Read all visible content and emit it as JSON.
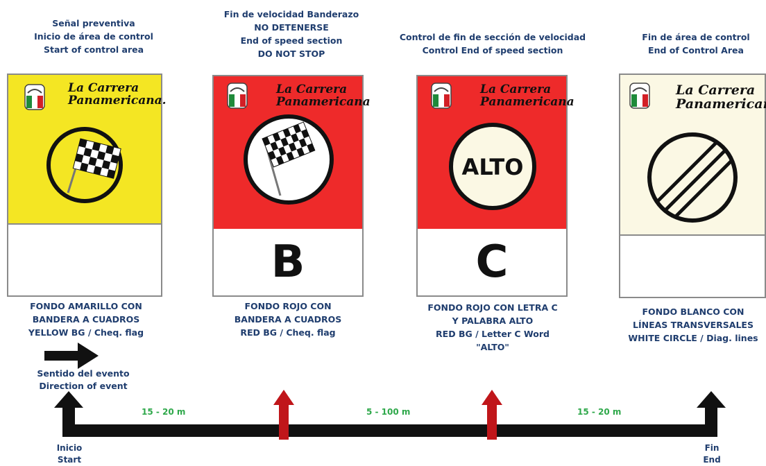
{
  "headers": [
    {
      "lines": [
        "Señal preventiva",
        "Inicio de área de control",
        "Start of control area"
      ]
    },
    {
      "lines": [
        "Fin de velocidad Banderazo",
        "NO DETENERSE",
        "End of speed section",
        "DO NOT STOP"
      ]
    },
    {
      "lines": [
        "Control de fin de sección de velocidad",
        "Control End of speed section"
      ]
    },
    {
      "lines": [
        "Fin de área de control",
        "End of Control Area"
      ]
    }
  ],
  "signs": [
    {
      "bg": "#f4e623",
      "symbol": "checkered-flag",
      "letter": "",
      "brand": [
        "La Carrera",
        "Panamericana."
      ]
    },
    {
      "bg": "#ee2a2a",
      "symbol": "checkered-flag",
      "letter": "B",
      "brand": [
        "La Carrera",
        "Panamericana"
      ]
    },
    {
      "bg": "#ee2a2a",
      "symbol": "alto",
      "symbol_text": "ALTO",
      "letter": "C",
      "brand": [
        "La Carrera",
        "Panamericana"
      ]
    },
    {
      "bg": "#fbf8e4",
      "symbol": "end-restriction",
      "letter": "",
      "brand": [
        "La Carrera",
        "Panamericana."
      ]
    }
  ],
  "captions": [
    {
      "lines": [
        "FONDO AMARILLO CON",
        "BANDERA A CUADROS",
        "YELLOW BG / Cheq. flag"
      ]
    },
    {
      "lines": [
        "FONDO ROJO CON",
        "BANDERA A CUADROS",
        "RED BG / Cheq. flag"
      ]
    },
    {
      "lines": [
        "FONDO ROJO CON LETRA C",
        "Y PALABRA ALTO",
        "RED BG / Letter C Word",
        "\"ALTO\""
      ]
    },
    {
      "lines": [
        "FONDO BLANCO CON",
        "LÍNEAS TRANSVERSALES",
        "WHITE CIRCLE / Diag. lines"
      ]
    }
  ],
  "direction": {
    "lines": [
      "Sentido del evento",
      "Direction of event"
    ]
  },
  "distances": [
    "15 - 20 m",
    "5 - 100 m",
    "15 - 20 m"
  ],
  "start_label": [
    "Inicio",
    "Start"
  ],
  "end_label": [
    "Fin",
    "End"
  ],
  "colors": {
    "text": "#1f3d6e",
    "distance": "#2ea84a",
    "red_arrow": "#c0161a",
    "black": "#111111"
  }
}
